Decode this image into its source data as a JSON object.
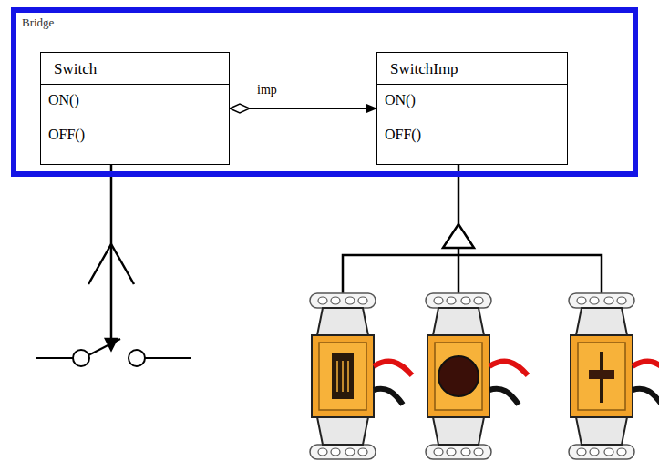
{
  "diagram": {
    "nodes": [
      {
        "text": [
          "Bridge"
        ]
      },
      {
        "text": [
          "Switch",
          "ON()",
          "OFF()"
        ],
        "in": 0
      },
      {
        "text": [
          "SwitchImp",
          "ON()",
          "OFF()"
        ],
        "in": 0
      }
    ],
    "edges": [
      {
        "from": 1,
        "to": 2,
        "label": "imp",
        "arrow": "to"
      }
    ]
  }
}
